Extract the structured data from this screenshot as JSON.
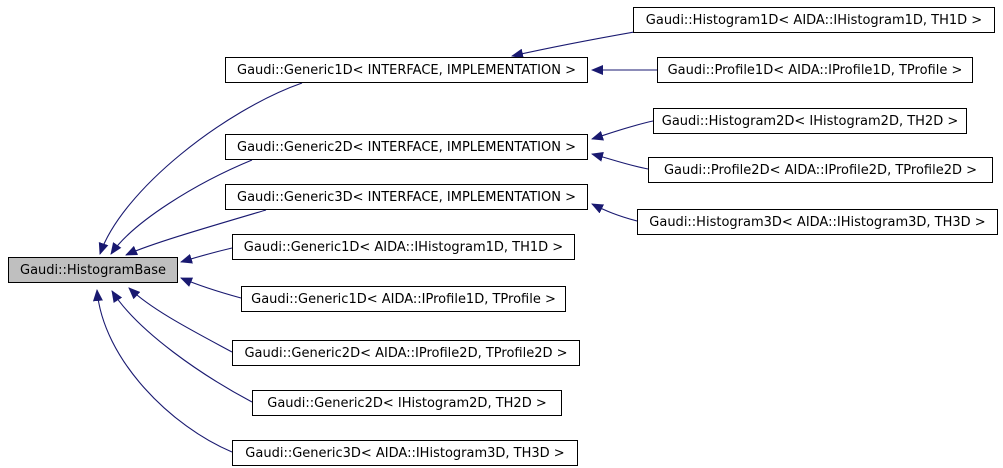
{
  "diagram": {
    "kind": "class-inheritance-graph",
    "colors": {
      "arrow": "#191970",
      "node_fill": "#ffffff",
      "base_node_fill": "#bfbfbf",
      "border": "#000000",
      "background": "#ffffff"
    },
    "nodes": [
      {
        "id": "histogram1d",
        "label": "Gaudi::Histogram1D< AIDA::IHistogram1D, TH1D >"
      },
      {
        "id": "generic1d-template",
        "label": "Gaudi::Generic1D< INTERFACE, IMPLEMENTATION >"
      },
      {
        "id": "profile1d",
        "label": "Gaudi::Profile1D< AIDA::IProfile1D, TProfile >"
      },
      {
        "id": "histogram2d",
        "label": "Gaudi::Histogram2D< IHistogram2D, TH2D >"
      },
      {
        "id": "generic2d-template",
        "label": "Gaudi::Generic2D< INTERFACE, IMPLEMENTATION >"
      },
      {
        "id": "profile2d",
        "label": "Gaudi::Profile2D< AIDA::IProfile2D, TProfile2D >"
      },
      {
        "id": "generic3d-template",
        "label": "Gaudi::Generic3D< INTERFACE, IMPLEMENTATION >"
      },
      {
        "id": "histogram3d",
        "label": "Gaudi::Histogram3D< AIDA::IHistogram3D, TH3D >"
      },
      {
        "id": "generic1d-ihistogram1d",
        "label": "Gaudi::Generic1D< AIDA::IHistogram1D, TH1D >"
      },
      {
        "id": "histogram-base",
        "label": "Gaudi::HistogramBase",
        "highlighted": true
      },
      {
        "id": "generic1d-iprofile1d",
        "label": "Gaudi::Generic1D< AIDA::IProfile1D, TProfile >"
      },
      {
        "id": "generic2d-iprofile2d",
        "label": "Gaudi::Generic2D< AIDA::IProfile2D, TProfile2D >"
      },
      {
        "id": "generic2d-ihistogram2d",
        "label": "Gaudi::Generic2D< IHistogram2D, TH2D >"
      },
      {
        "id": "generic3d-ihistogram3d",
        "label": "Gaudi::Generic3D< AIDA::IHistogram3D, TH3D >"
      }
    ],
    "edges": [
      {
        "from": "histogram1d",
        "to": "generic1d-template"
      },
      {
        "from": "profile1d",
        "to": "generic1d-template"
      },
      {
        "from": "histogram2d",
        "to": "generic2d-template"
      },
      {
        "from": "profile2d",
        "to": "generic2d-template"
      },
      {
        "from": "histogram3d",
        "to": "generic3d-template"
      },
      {
        "from": "generic1d-template",
        "to": "histogram-base"
      },
      {
        "from": "generic2d-template",
        "to": "histogram-base"
      },
      {
        "from": "generic3d-template",
        "to": "histogram-base"
      },
      {
        "from": "generic1d-ihistogram1d",
        "to": "histogram-base"
      },
      {
        "from": "generic1d-iprofile1d",
        "to": "histogram-base"
      },
      {
        "from": "generic2d-iprofile2d",
        "to": "histogram-base"
      },
      {
        "from": "generic2d-ihistogram2d",
        "to": "histogram-base"
      },
      {
        "from": "generic3d-ihistogram3d",
        "to": "histogram-base"
      }
    ]
  }
}
